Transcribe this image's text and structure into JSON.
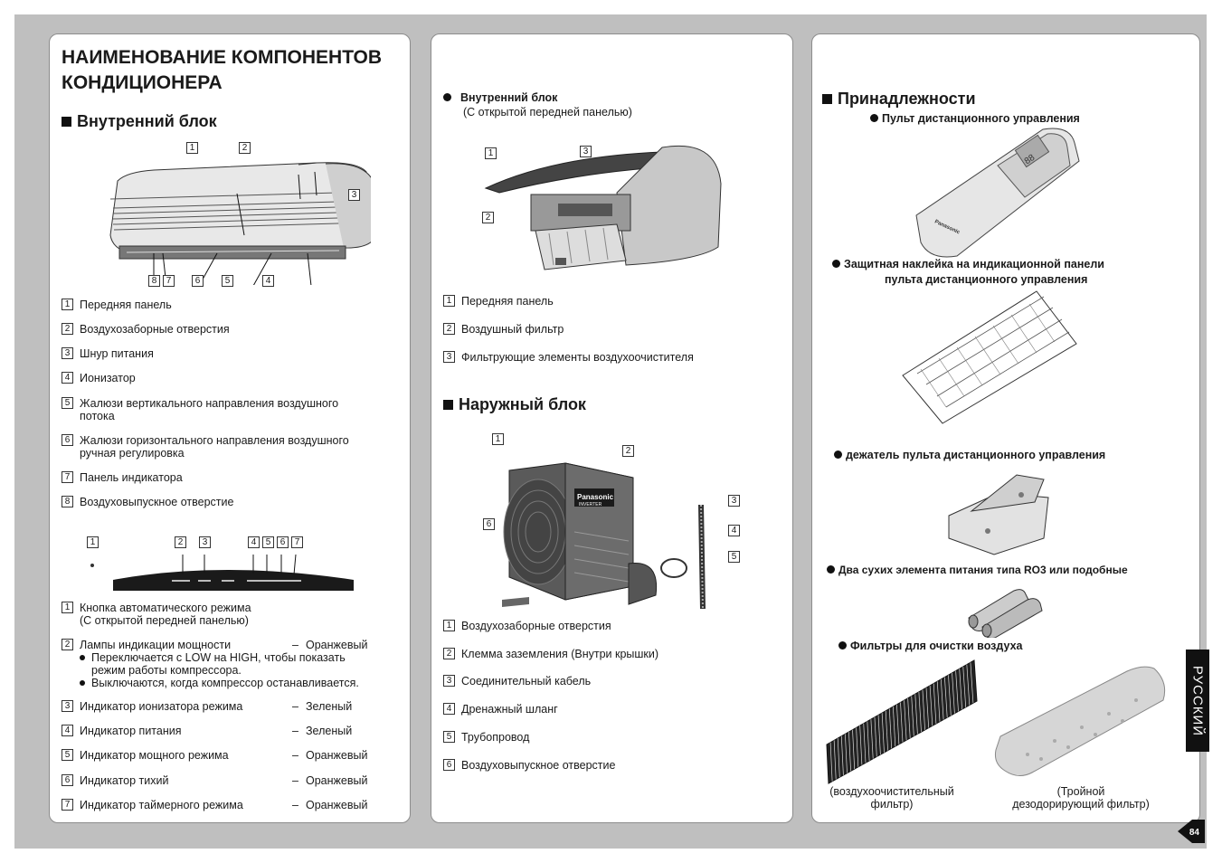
{
  "title": "НАИМЕНОВАНИЕ КОМПОНЕНТОВ КОНДИЦИОНЕРА",
  "title_line1": "НАИМЕНОВАНИЕ КОМПОНЕНТОВ",
  "title_line2": "КОНДИЦИОНЕРА",
  "indoor": {
    "heading": "Внутренний блок",
    "items": [
      {
        "n": "1",
        "text": "Передняя панель"
      },
      {
        "n": "2",
        "text": "Воздухозаборные  отверстия"
      },
      {
        "n": "3",
        "text": "Шнур питания"
      },
      {
        "n": "4",
        "text": "Ионизатор"
      },
      {
        "n": "5",
        "text": "Жалюзи вертикального направления воздушного",
        "text2": "потока"
      },
      {
        "n": "6",
        "text": "Жалюзи горизонтального направления воздушного",
        "text2": "ручная регулировка"
      },
      {
        "n": "7",
        "text": "Панель индикатора"
      },
      {
        "n": "8",
        "text": "Воздуховыпускное отверстие"
      }
    ],
    "diagram_callouts": [
      "1",
      "2",
      "3",
      "8",
      "7",
      "6",
      "5",
      "4"
    ]
  },
  "indicator": {
    "callouts": [
      "1",
      "2",
      "3",
      "4",
      "5",
      "6",
      "7"
    ],
    "items": [
      {
        "n": "1",
        "text": "Кнопка автоматического режима",
        "text2": "(С открытой передней панелью)"
      },
      {
        "n": "2",
        "text": "Лампы индикации мощности",
        "dash": "–",
        "value": "Оранжевый",
        "bullets": [
          "Переключается с LOW на HIGH, чтобы показать",
          "режим работы компрессора.",
          "Выключаются, когда компрессор останавливается."
        ]
      },
      {
        "n": "3",
        "text": "Индикатор ионизатора режима",
        "dash": "–",
        "value": "Зеленый"
      },
      {
        "n": "4",
        "text": "Индикатор питания",
        "dash": "–",
        "value": "Зеленый"
      },
      {
        "n": "5",
        "text": "Индикатор мощного режима",
        "dash": "–",
        "value": "Оранжевый"
      },
      {
        "n": "6",
        "text": "Индикатор тихий",
        "dash": "–",
        "value": "Оранжевый"
      },
      {
        "n": "7",
        "text": "Индикатор таймерного режима",
        "dash": "–",
        "value": "Оранжевый"
      }
    ]
  },
  "indoor_open": {
    "heading": "Внутренний блок",
    "subheading": "(С открытой передней панелью)",
    "callouts": [
      "1",
      "3",
      "2"
    ],
    "items": [
      {
        "n": "1",
        "text": "Передняя панель"
      },
      {
        "n": "2",
        "text": "Воздушный фильтр"
      },
      {
        "n": "3",
        "text": "Фильтрующие элементы воздухоочистителя"
      }
    ]
  },
  "outdoor": {
    "heading": "Наружный блок",
    "brand": "Panasonic",
    "brand_sub": "INVERTER",
    "callouts": [
      "1",
      "2",
      "6",
      "3",
      "4",
      "5"
    ],
    "items": [
      {
        "n": "1",
        "text": "Воздухозаборные отверстия"
      },
      {
        "n": "2",
        "text": "Клемма заземления (Внутри крышки)"
      },
      {
        "n": "3",
        "text": "Соединительный кабель"
      },
      {
        "n": "4",
        "text": "Дренажный шланг"
      },
      {
        "n": "5",
        "text": "Трубопровод"
      },
      {
        "n": "6",
        "text": "Воздуховыпускное  отверстие"
      }
    ]
  },
  "accessories": {
    "heading": "Принадлежности",
    "remote": "Пульт дистанционного управления",
    "remote_brand": "Panasonic",
    "remote_lcd": "88",
    "sticker_line1": "Защитная наклейка на индикационной панели",
    "sticker_line2": "пульта дистанционного управления",
    "holder": "дежатель пульта дистанционного управления",
    "batteries": "Два сухих элемента питания типа RO3 или подобные",
    "filters": "Фильтры для очистки воздуха",
    "filter1_line1": "(воздухоочистительный",
    "filter1_line2": "фильтр)",
    "filter2_line1": "(Тройной",
    "filter2_line2": "дезодорирующий фильтр)"
  },
  "language_tab": "РУССКИЙ",
  "page_number": "84"
}
